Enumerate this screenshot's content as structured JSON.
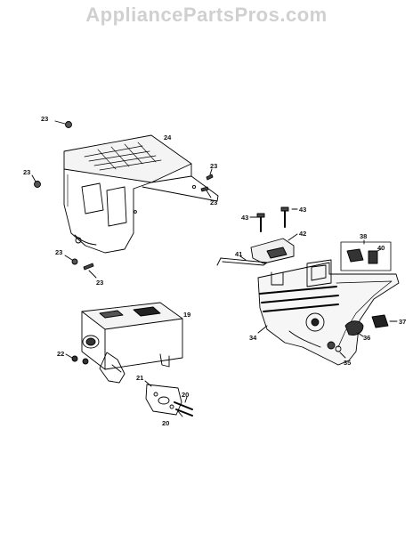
{
  "watermark": "AppliancePartsPros.com",
  "callouts": {
    "c23": "23",
    "c24": "24",
    "c19": "19",
    "c22": "22",
    "c21": "21",
    "c20": "20",
    "c43": "43",
    "c42": "42",
    "c41": "41",
    "c38": "38",
    "c40": "40",
    "c37": "37",
    "c36": "36",
    "c35": "35",
    "c34": "34"
  }
}
